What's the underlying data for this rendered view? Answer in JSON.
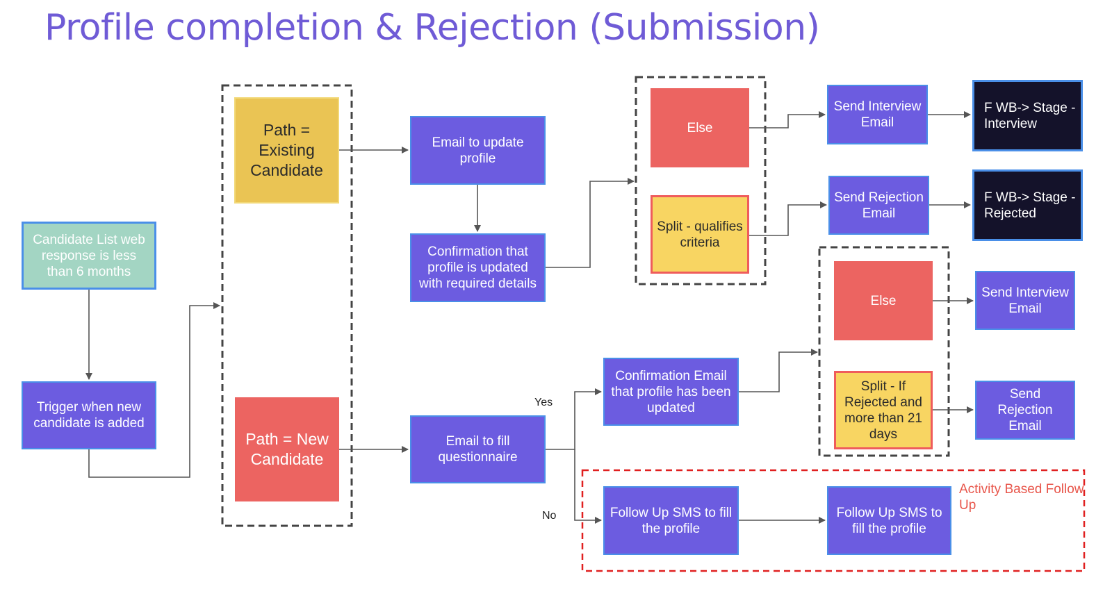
{
  "title": "Profile completion & Rejection (Submission)",
  "nodes": {
    "candidate_list": "Candidate List web response is less than 6 months",
    "trigger": "Trigger when new candidate is added",
    "path_existing": "Path = Existing Candidate",
    "path_new": "Path = New Candidate",
    "email_update_profile": "Email to update profile",
    "confirmation_profile_updated": "Confirmation that profile is updated with required details",
    "email_fill_questionnaire": "Email to fill questionnaire",
    "confirmation_email_updated": "Confirmation Email that profile has been updated",
    "else_top": "Else",
    "split_qualifies": "Split - qualifies criteria",
    "send_interview_top": "Send Interview Email",
    "send_rejection_top": "Send Rejection Email",
    "stage_interview": "F WB-> Stage - Interview",
    "stage_rejected": "F WB-> Stage - Rejected",
    "else_bottom": "Else",
    "split_rejected": "Split - If Rejected and more than 21 days",
    "send_interview_bottom": "Send Interview Email",
    "send_rejection_bottom": "Send Rejection Email",
    "followup_sms_1": "Follow Up SMS to fill the profile",
    "followup_sms_2": "Follow Up SMS to fill the profile"
  },
  "labels": {
    "yes": "Yes",
    "no": "No",
    "activity_note": "Activity Based Follow Up"
  },
  "colors": {
    "title": "#6f5bd6",
    "action_node": "#6c5ce0",
    "start_node": "#a3d5c3",
    "path_existing": "#eac454",
    "condition_red": "#ec6461",
    "split_yellow": "#f8d562",
    "stage_node": "#14122a",
    "follow_up_border": "#e02020"
  }
}
